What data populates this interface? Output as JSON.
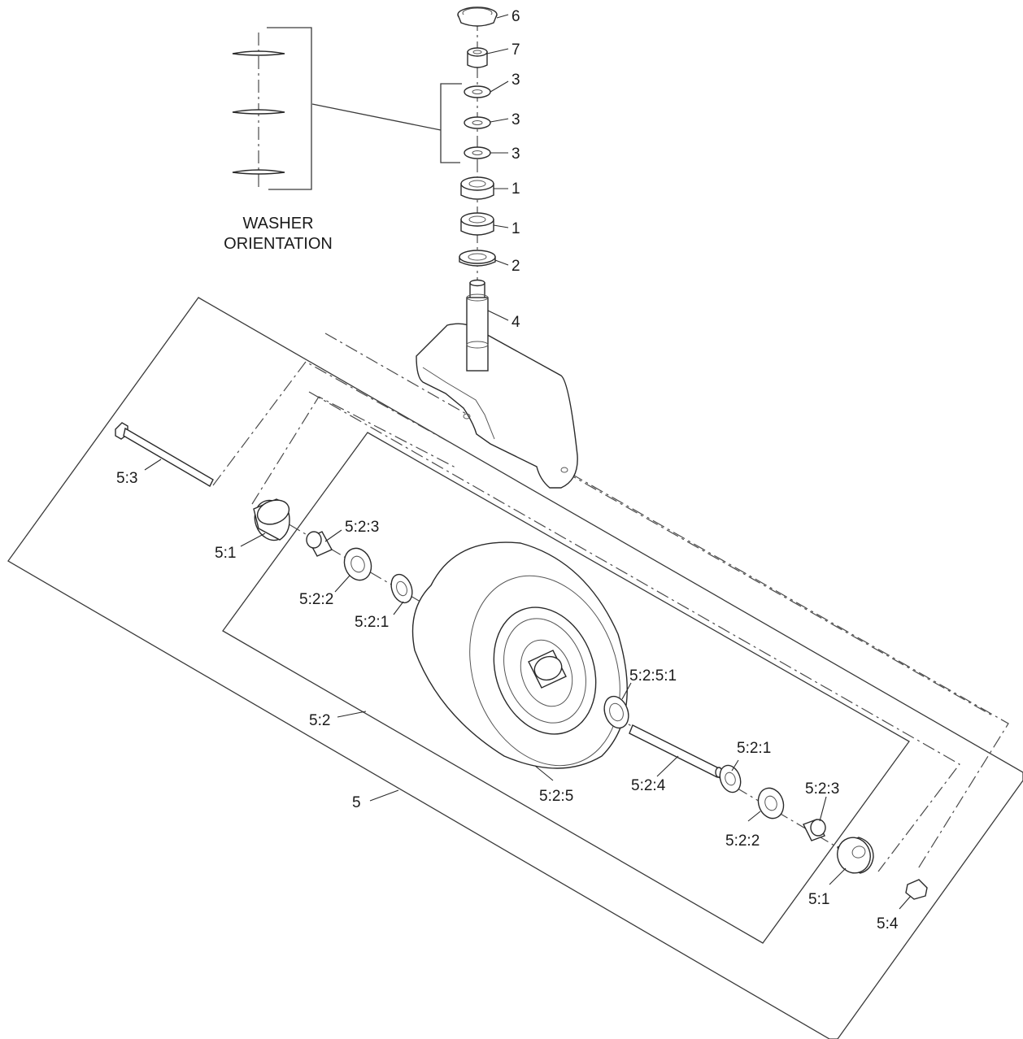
{
  "note": {
    "line1": "WASHER",
    "line2": "ORIENTATION"
  },
  "callouts": {
    "p6": "6",
    "p7": "7",
    "p3a": "3",
    "p3b": "3",
    "p3c": "3",
    "p1a": "1",
    "p1b": "1",
    "p2": "2",
    "p4": "4",
    "p5_3": "5:3",
    "p5_1_left": "5:1",
    "p5_2_3_left": "5:2:3",
    "p5_2_2_left": "5:2:2",
    "p5_2_1_left": "5:2:1",
    "p5_2_5_1": "5:2:5:1",
    "p5_2": "5:2",
    "p5": "5",
    "p5_2_5": "5:2:5",
    "p5_2_4": "5:2:4",
    "p5_2_1_right": "5:2:1",
    "p5_2_3_right": "5:2:3",
    "p5_2_2_right": "5:2:2",
    "p5_1_right": "5:1",
    "p5_4": "5:4"
  }
}
